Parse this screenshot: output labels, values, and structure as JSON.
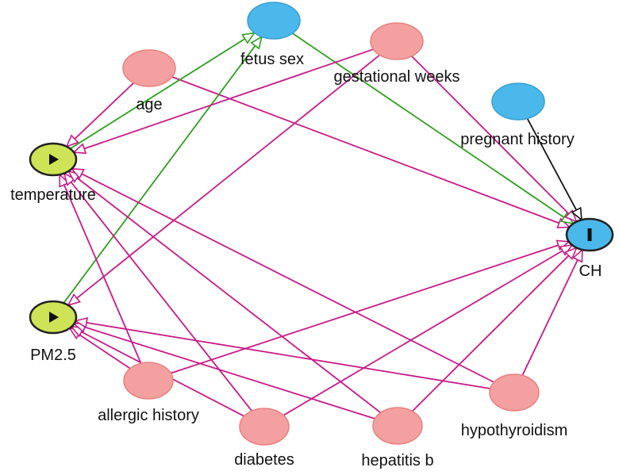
{
  "colors": {
    "exposure_node": "#cfe356",
    "outcome_node": "#4ab8ea",
    "ancestor_outcome_node": "#4ab8ea",
    "ancestor_both_node": "#f4a0a0",
    "causal_path_edge": "#2e9e1e",
    "biasing_path_edge": "#c81a86",
    "other_edge": "#111111"
  },
  "nodes": [
    {
      "id": "fetus_sex",
      "label": "fetus sex",
      "kind": "ancestor_outcome"
    },
    {
      "id": "gestational_weeks",
      "label": "gestational weeks",
      "kind": "ancestor_both"
    },
    {
      "id": "age",
      "label": "age",
      "kind": "ancestor_both"
    },
    {
      "id": "pregnant_history",
      "label": "pregnant history",
      "kind": "ancestor_outcome"
    },
    {
      "id": "temperature",
      "label": "temperature",
      "kind": "exposure",
      "symbol": "▶"
    },
    {
      "id": "CH",
      "label": "CH",
      "kind": "outcome",
      "symbol": "I"
    },
    {
      "id": "PM25",
      "label": "PM2.5",
      "kind": "exposure",
      "symbol": "▶"
    },
    {
      "id": "allergic_history",
      "label": "allergic history",
      "kind": "ancestor_both"
    },
    {
      "id": "diabetes",
      "label": "diabetes",
      "kind": "ancestor_both"
    },
    {
      "id": "hepatitis_b",
      "label": "hepatitis b",
      "kind": "ancestor_both"
    },
    {
      "id": "hypothyroidism",
      "label": "hypothyroidism",
      "kind": "ancestor_both"
    }
  ],
  "edges": [
    {
      "from": "age",
      "to": "temperature",
      "type": "biasing"
    },
    {
      "from": "age",
      "to": "CH",
      "type": "biasing"
    },
    {
      "from": "temperature",
      "to": "fetus_sex",
      "type": "causal"
    },
    {
      "from": "PM25",
      "to": "fetus_sex",
      "type": "causal"
    },
    {
      "from": "fetus_sex",
      "to": "CH",
      "type": "causal"
    },
    {
      "from": "gestational_weeks",
      "to": "temperature",
      "type": "biasing"
    },
    {
      "from": "gestational_weeks",
      "to": "PM25",
      "type": "biasing"
    },
    {
      "from": "gestational_weeks",
      "to": "CH",
      "type": "biasing"
    },
    {
      "from": "pregnant_history",
      "to": "CH",
      "type": "other"
    },
    {
      "from": "allergic_history",
      "to": "temperature",
      "type": "biasing"
    },
    {
      "from": "allergic_history",
      "to": "PM25",
      "type": "biasing"
    },
    {
      "from": "allergic_history",
      "to": "CH",
      "type": "biasing"
    },
    {
      "from": "diabetes",
      "to": "temperature",
      "type": "biasing"
    },
    {
      "from": "diabetes",
      "to": "PM25",
      "type": "biasing"
    },
    {
      "from": "diabetes",
      "to": "CH",
      "type": "biasing"
    },
    {
      "from": "hepatitis_b",
      "to": "temperature",
      "type": "biasing"
    },
    {
      "from": "hepatitis_b",
      "to": "PM25",
      "type": "biasing"
    },
    {
      "from": "hepatitis_b",
      "to": "CH",
      "type": "biasing"
    },
    {
      "from": "hypothyroidism",
      "to": "temperature",
      "type": "biasing"
    },
    {
      "from": "hypothyroidism",
      "to": "PM25",
      "type": "biasing"
    },
    {
      "from": "hypothyroidism",
      "to": "CH",
      "type": "biasing"
    }
  ]
}
